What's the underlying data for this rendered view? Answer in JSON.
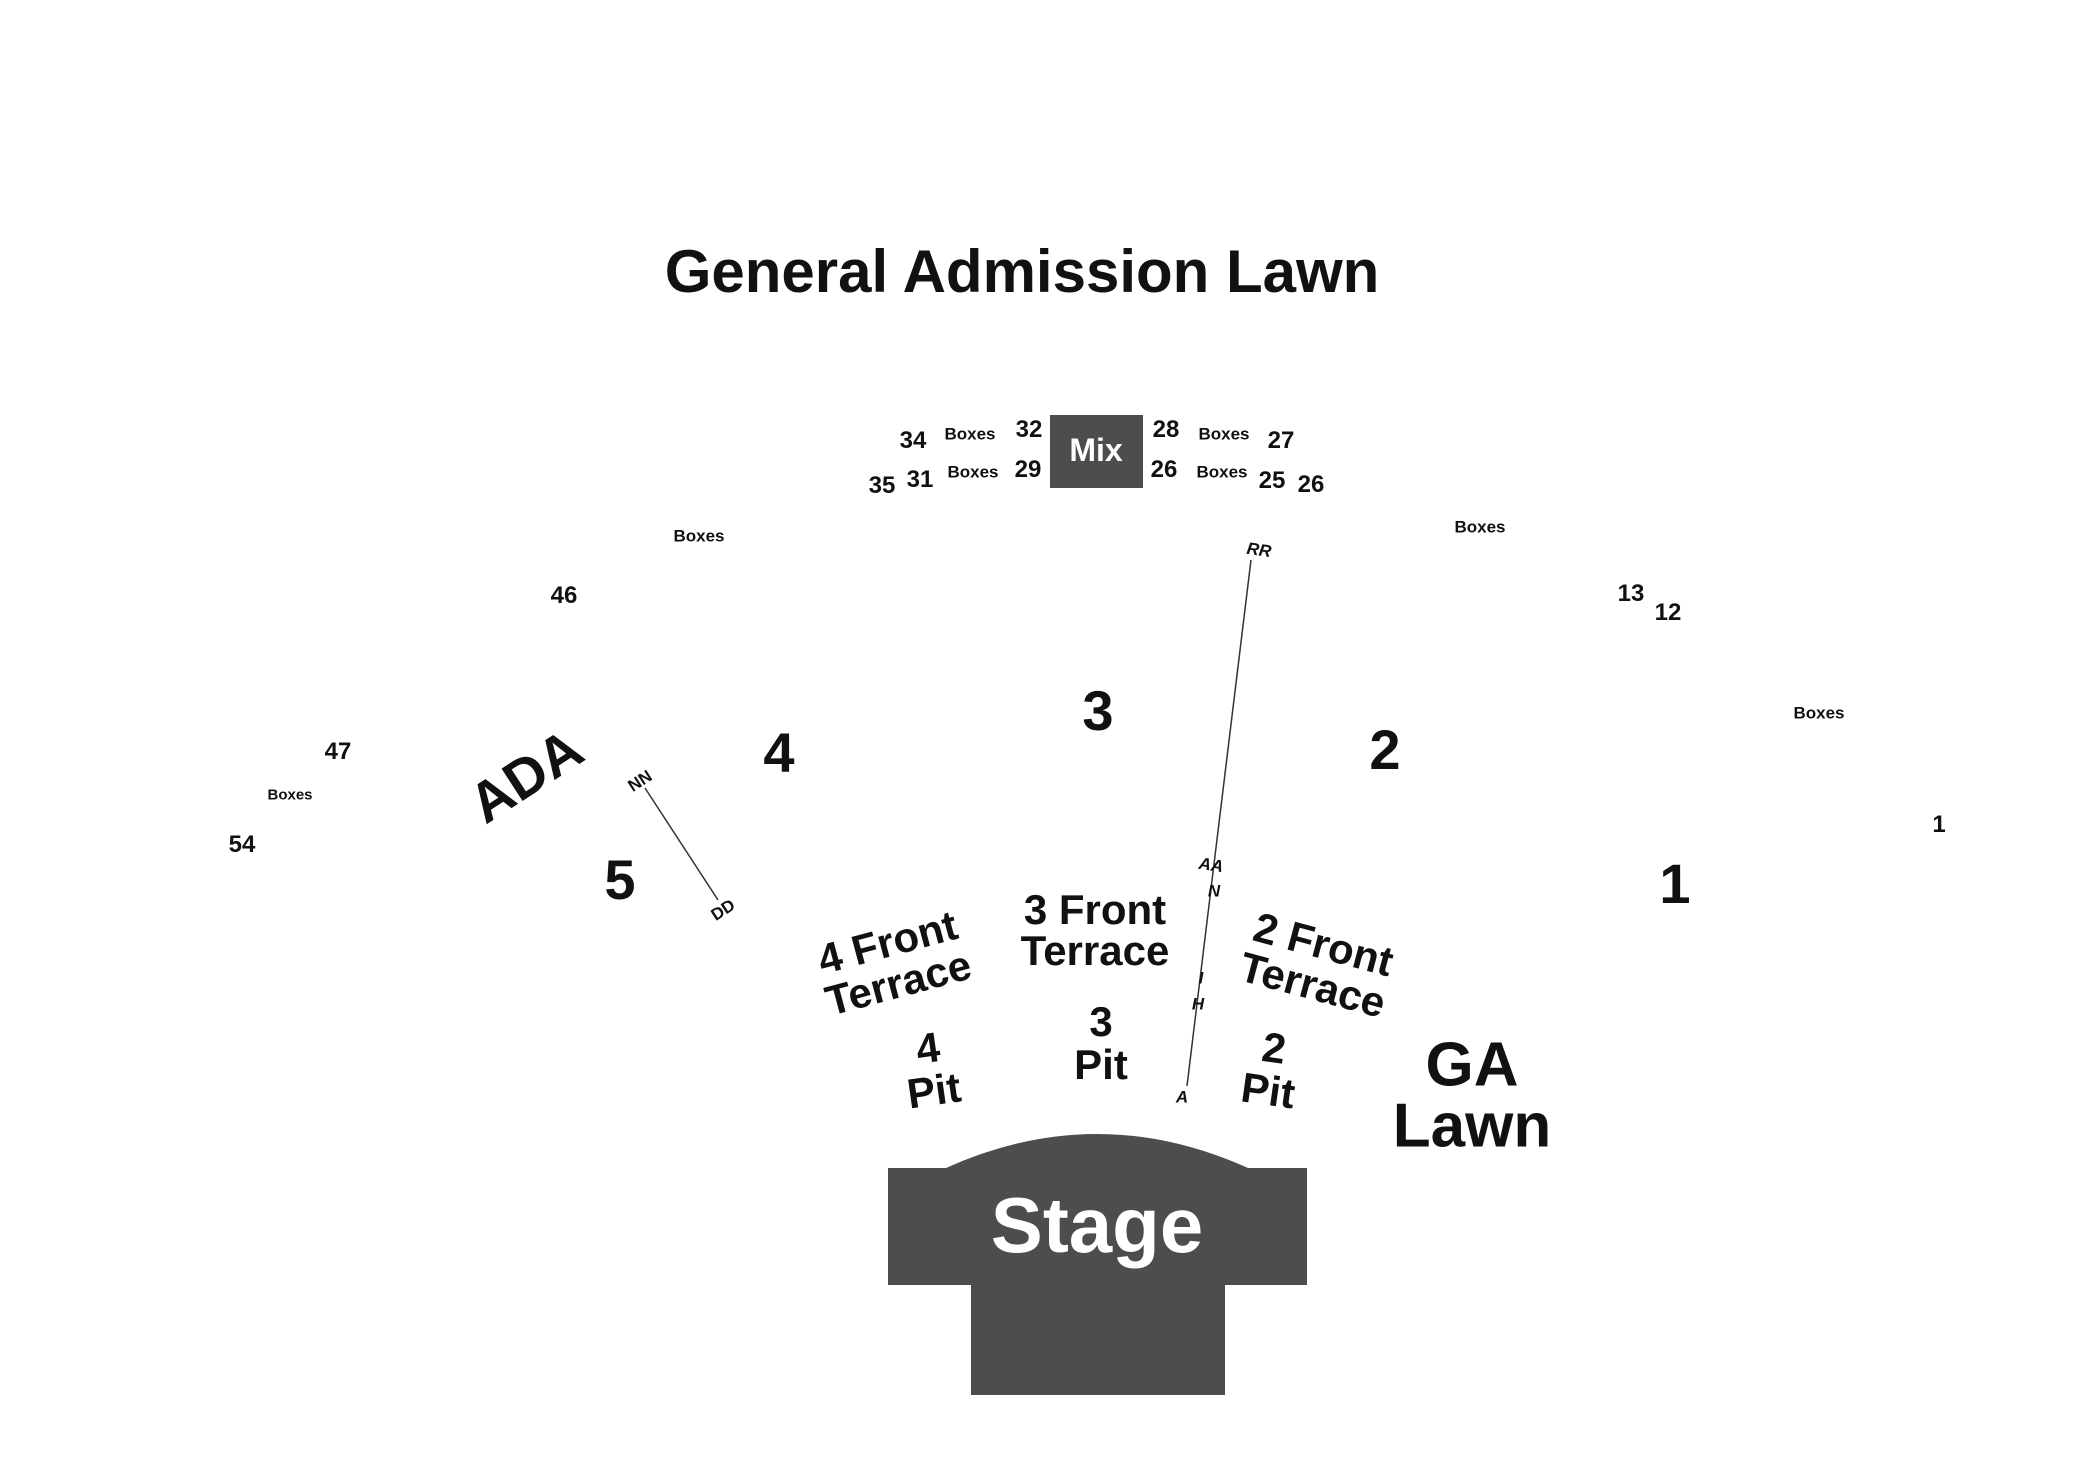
{
  "title": "General Admission Lawn",
  "colors": {
    "structure": "#4d4d4d",
    "text": "#111111",
    "structure_text": "#ffffff",
    "line": "#333333"
  },
  "stage": {
    "label": "Stage"
  },
  "mix": {
    "label": "Mix"
  },
  "top_labels": {
    "s34": "34",
    "boxes_a": "Boxes",
    "s32": "32",
    "s28": "28",
    "boxes_b": "Boxes",
    "s27": "27",
    "s35": "35",
    "s31": "31",
    "boxes_c": "Boxes",
    "s29": "29",
    "s26a": "26",
    "boxes_d": "Boxes",
    "s25": "25",
    "s26b": "26"
  },
  "outer_labels": {
    "boxes_left": "Boxes",
    "s46": "46",
    "s47": "47",
    "boxes_far_left": "Boxes",
    "s54": "54",
    "boxes_right": "Boxes",
    "s13": "13",
    "s12": "12",
    "boxes_far_right": "Boxes",
    "s1": "1"
  },
  "sections": {
    "s3": "3",
    "s4": "4",
    "s2": "2",
    "s5": "5",
    "s1": "1",
    "ada": "ADA"
  },
  "row_markers": {
    "rr": "RR",
    "aa": "AA",
    "n": "N",
    "i": "I",
    "h": "H",
    "a": "A",
    "nn": "NN",
    "dd": "DD"
  },
  "terraces": {
    "t4": [
      "4 Front",
      "Terrace"
    ],
    "t3": [
      "3 Front",
      "Terrace"
    ],
    "t2": [
      "2 Front",
      "Terrace"
    ]
  },
  "pits": {
    "p4": [
      "4",
      "Pit"
    ],
    "p3": [
      "3",
      "Pit"
    ],
    "p2": [
      "2",
      "Pit"
    ]
  },
  "ga_lawn": [
    "GA",
    "Lawn"
  ]
}
